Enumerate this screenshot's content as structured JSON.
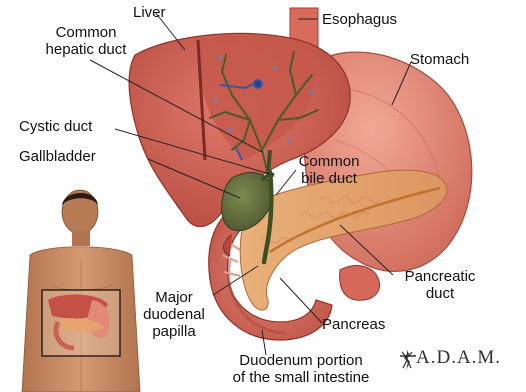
{
  "labels": {
    "liver": "Liver",
    "esophagus": "Esophagus",
    "common_hepatic_duct": "Common\nhepatic duct",
    "stomach": "Stomach",
    "cystic_duct": "Cystic duct",
    "gallbladder": "Gallbladder",
    "common_bile_duct": "Common\nbile duct",
    "pancreatic_duct": "Pancreatic\nduct",
    "major_duodenal_papilla": "Major\nduodenal\npapilla",
    "pancreas": "Pancreas",
    "duodenum": "Duodenum portion\nof the small intestine"
  },
  "logo": {
    "text": "A.D.A.M."
  },
  "colors": {
    "liver": "#cf5b4e",
    "liver_dark": "#a93e34",
    "stomach": "#e48a78",
    "gallbladder": "#5f6b3a",
    "pancreas": "#e7a46f",
    "duodenum": "#d8705f",
    "bile_duct": "#3f4f24",
    "skin": "#c98a60",
    "label_text": "#111111"
  }
}
